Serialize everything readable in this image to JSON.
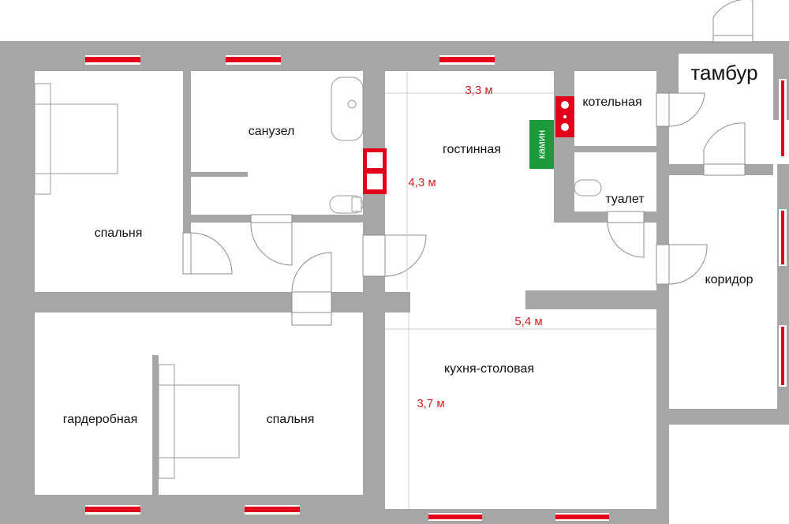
{
  "colors": {
    "wall": "#a6a6a6",
    "window": "#e3001b",
    "fireplace": "#1a9a3a",
    "dimension_text": "#d42020"
  },
  "rooms": {
    "vestibule": "тамбур",
    "bathroom": "санузел",
    "living_room": "гостинная",
    "boiler_room": "котельная",
    "toilet": "туалет",
    "bedroom_1": "спальня",
    "corridor": "коридор",
    "kitchen_dining": "кухня-столовая",
    "wardrobe": "гардеробная",
    "bedroom_2": "спальня"
  },
  "fixtures": {
    "fireplace": "камин"
  },
  "dimensions": {
    "living_width": "3,3 м",
    "living_depth": "4,3 м",
    "kitchen_width": "5,4 м",
    "kitchen_depth": "3,7 м"
  }
}
